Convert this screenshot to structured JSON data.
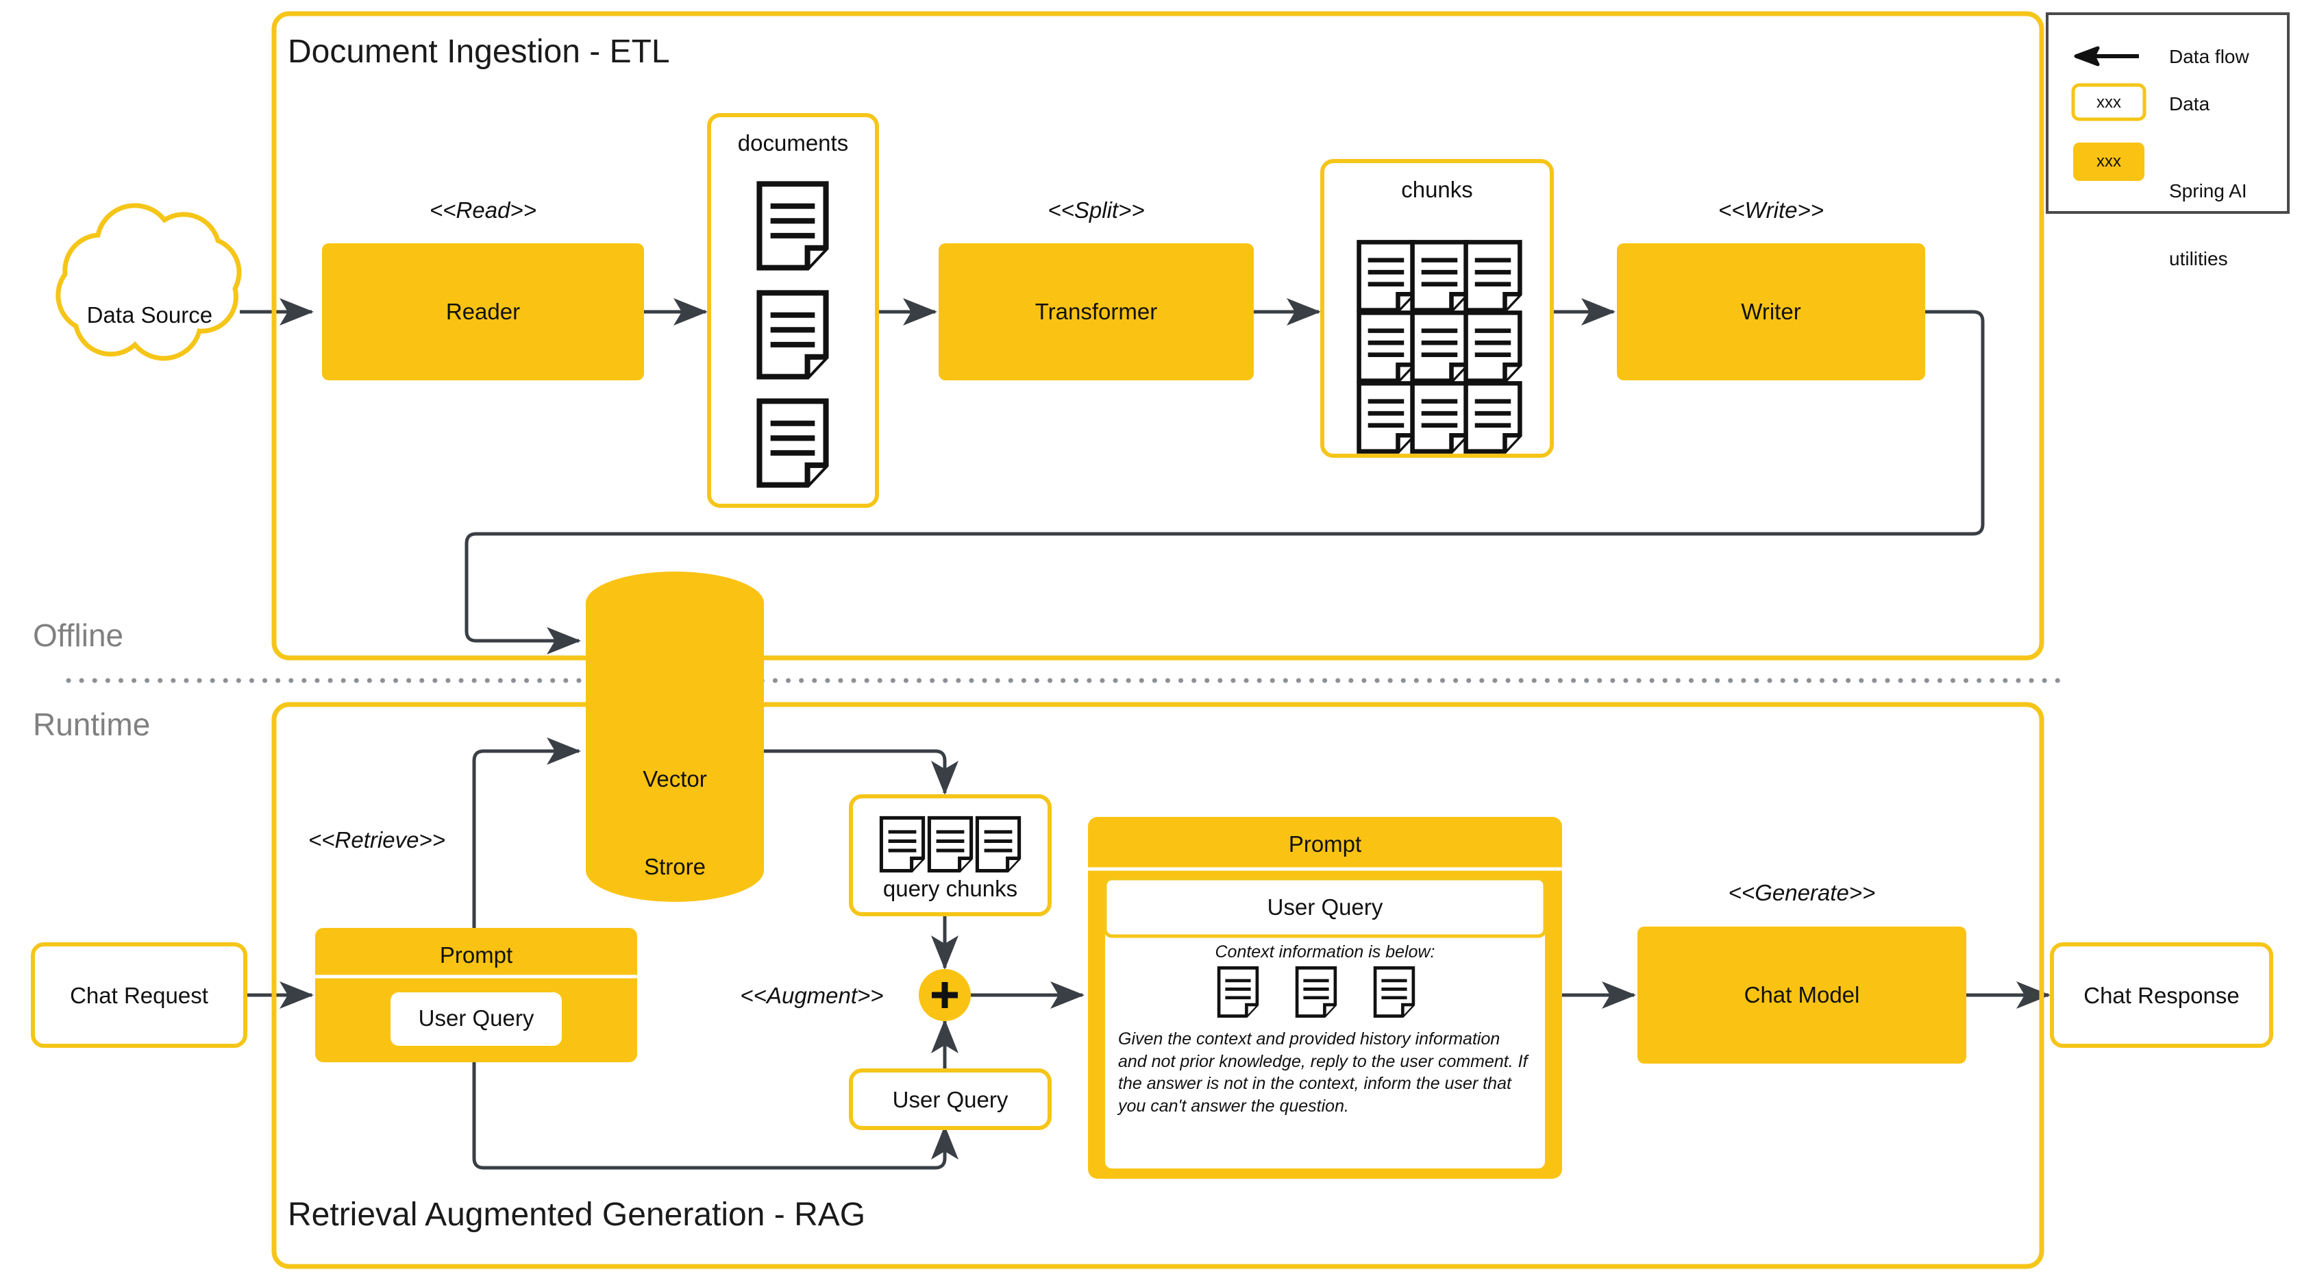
{
  "palette": {
    "spring_yellow": "#FAC313",
    "outline_yellow": "#F5C518",
    "arrow_gray": "#3a3f45",
    "phase_gray": "#808080",
    "text_black": "#111111",
    "white": "#ffffff"
  },
  "phases": {
    "offline_label": "Offline",
    "runtime_label": "Runtime"
  },
  "sections": {
    "ingestion_title": "Document Ingestion - ETL",
    "rag_title": "Retrieval Augmented Generation - RAG"
  },
  "ingestion": {
    "data_source": "Data Source",
    "stereo_read": "<<Read>>",
    "reader": "Reader",
    "documents_label": "documents",
    "documents_icon_count": 3,
    "stereo_split": "<<Split>>",
    "transformer": "Transformer",
    "chunks_label": "chunks",
    "chunks_icon_count": 9,
    "stereo_write": "<<Write>>",
    "writer": "Writer"
  },
  "store": {
    "line1": "Vector",
    "line2": "Strore"
  },
  "runtime": {
    "chat_request": "Chat Request",
    "stereo_retrieve": "<<Retrieve>>",
    "prompt_header": "Prompt",
    "prompt_user_query": "User Query",
    "query_chunks_label": "query chunks",
    "query_chunks_icon_count": 3,
    "stereo_augment": "<<Augment>>",
    "augment_symbol": "+",
    "user_query_box": "User Query",
    "big_prompt": {
      "header": "Prompt",
      "user_query": "User Query",
      "context_heading": "Context information is below:",
      "context_icon_count": 3,
      "body": "Given the context and provided history information and not prior knowledge, reply to the user comment. If the answer is not in the context, inform the user that you can't answer the question."
    },
    "stereo_generate": "<<Generate>>",
    "chat_model": "Chat Model",
    "chat_response": "Chat Response"
  },
  "legend": {
    "items": [
      {
        "kind": "arrow",
        "sample": "",
        "label": "Data flow"
      },
      {
        "kind": "data",
        "sample": "xxx",
        "label": "Data"
      },
      {
        "kind": "utility",
        "sample": "xxx",
        "label": "Spring AI\nutilities"
      }
    ],
    "data_flow_label": "Data flow",
    "data_label": "Data",
    "utility_label_line1": "Spring AI",
    "utility_label_line2": "utilities",
    "sample_text": "xxx"
  }
}
